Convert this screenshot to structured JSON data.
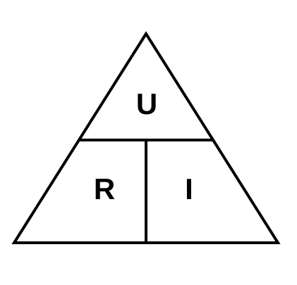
{
  "labels": {
    "top": "U",
    "bottom_left": "R",
    "bottom_right": "I"
  },
  "colors": {
    "background": "#ffffff",
    "stroke": "#000000"
  }
}
